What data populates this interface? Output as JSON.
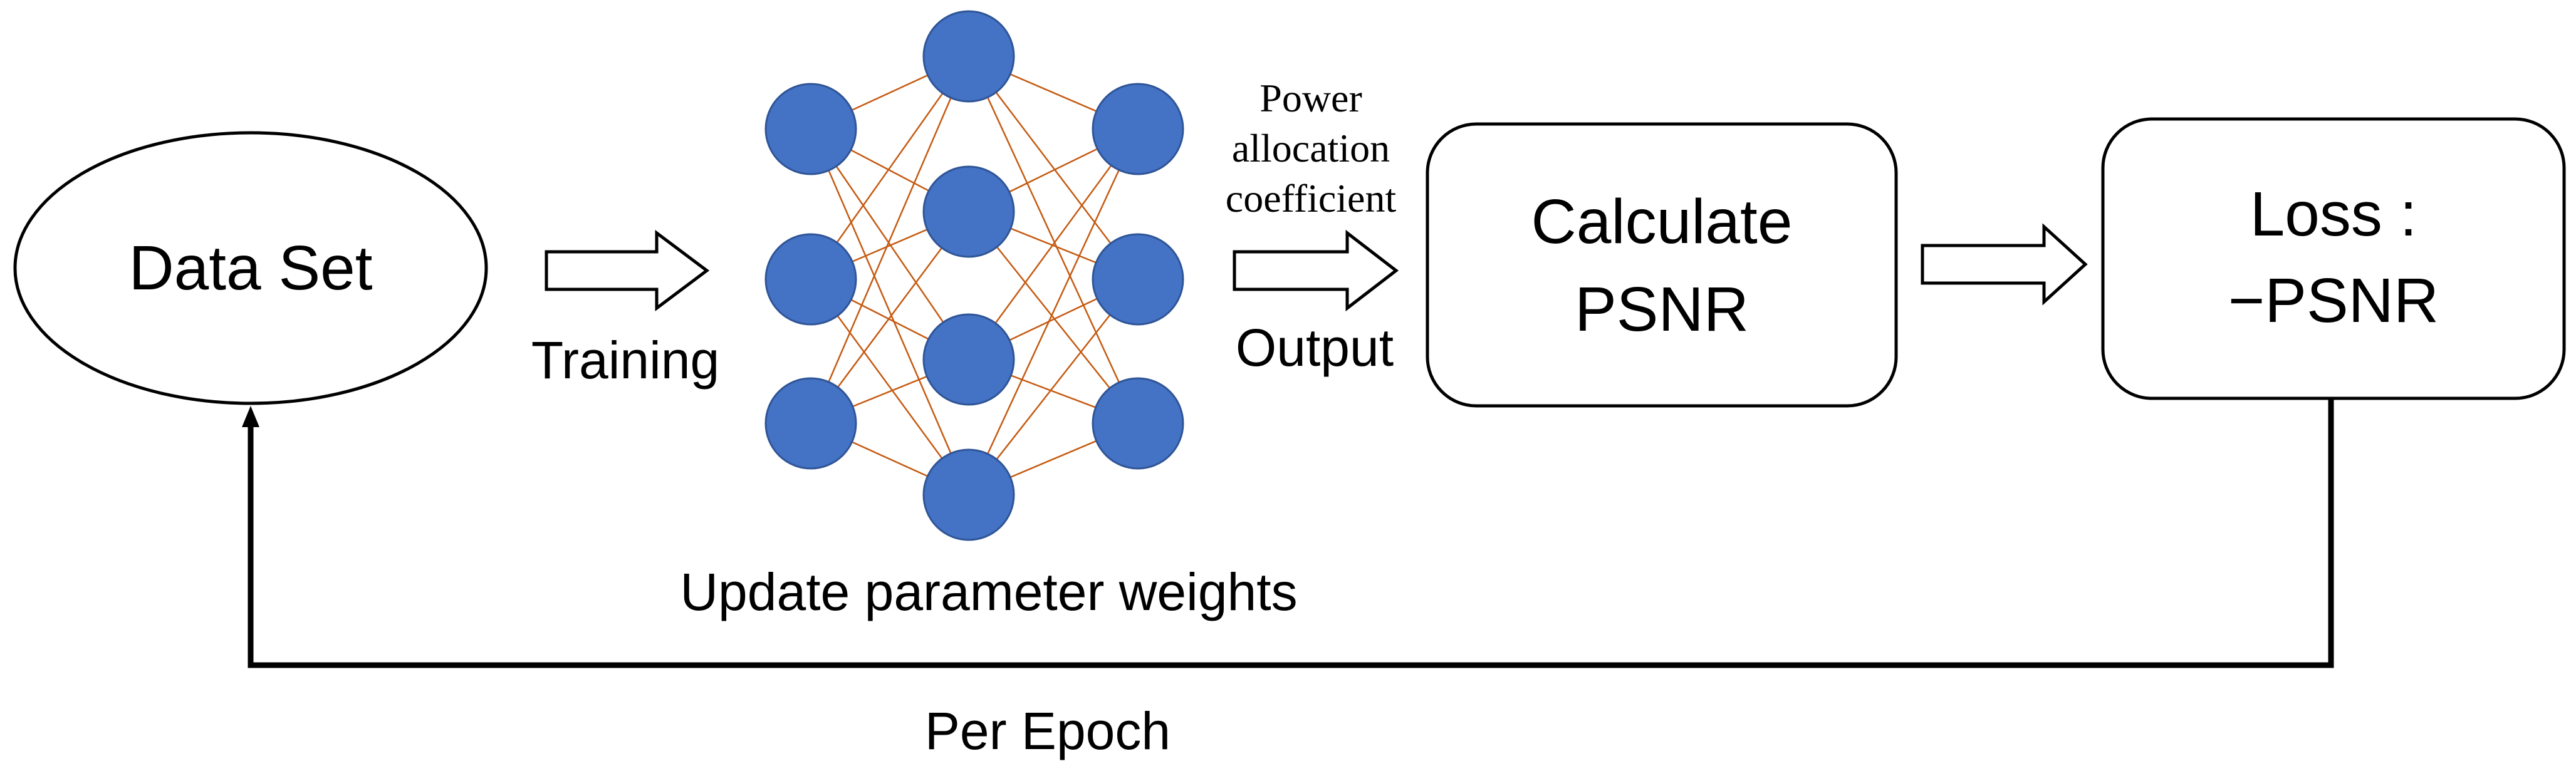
{
  "dataset": {
    "label": "Data Set"
  },
  "training": {
    "label": "Training"
  },
  "network": {
    "layers": [
      3,
      4,
      3
    ],
    "node_color": "#4472C4",
    "edge_color": "#C55A11"
  },
  "network_output": {
    "label_lines": [
      "Power",
      "allocation",
      "coefficient"
    ],
    "output_label": "Output"
  },
  "calculate": {
    "line1": "Calculate",
    "line2": "PSNR"
  },
  "loss": {
    "line1": "Loss :",
    "line2": "−PSNR"
  },
  "update": {
    "label": "Update parameter weights"
  },
  "epoch": {
    "label": "Per Epoch"
  }
}
